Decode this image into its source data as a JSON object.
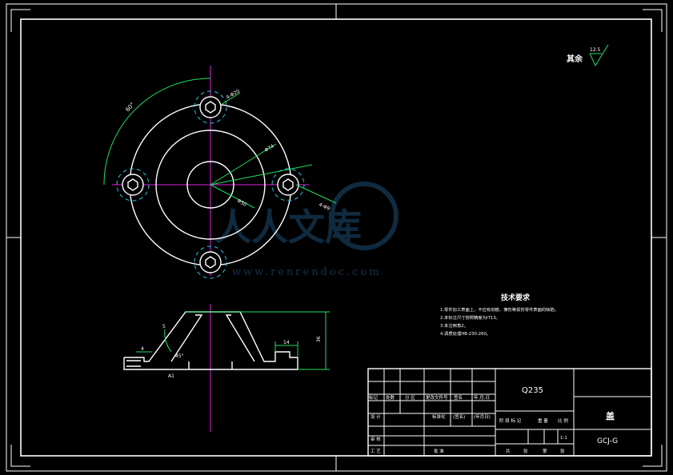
{
  "roughness": {
    "label": "其余",
    "value": "12.5"
  },
  "dimensions": {
    "angle_arc": "60°",
    "hole_top": "4-Φ20",
    "dia_outer": "Φ74",
    "dia_right": "4-Φ9",
    "dia_center": "Φ50",
    "side_angle": "5",
    "bottom_angle": "45°",
    "height": "36",
    "flange_width": "14",
    "rim_height": "4",
    "section_label": "A1"
  },
  "tech": {
    "title": "技术要求",
    "items": [
      "1.零件加工表面上，不应有划痕、擦伤等损伤零件表面的缺陷。",
      "2.未标注尺寸按照精度为IT13。",
      "3.未注倒角2。",
      "4.调质处理HB-230-260。"
    ]
  },
  "watermark": {
    "text": "人人文库",
    "url": "www.renrendoc.com"
  },
  "title_block": {
    "material": "Q235",
    "part_name": "盖",
    "drawing_no": "GCJ-G",
    "scale": "1:1",
    "row_labels": [
      "标记",
      "处数",
      "分 区",
      "更改文件号",
      "签名",
      "年.月.日"
    ],
    "design": "设 计",
    "standardization": "标准化",
    "sign": "(签名)",
    "date": "(年月日)",
    "stage_labels": [
      "阶 段 标 记",
      "重 量",
      "比 例"
    ],
    "review": "审 核",
    "process": "工 艺",
    "approve": "批 准",
    "sheet_labels": [
      "共",
      "张",
      "第",
      "张"
    ]
  }
}
